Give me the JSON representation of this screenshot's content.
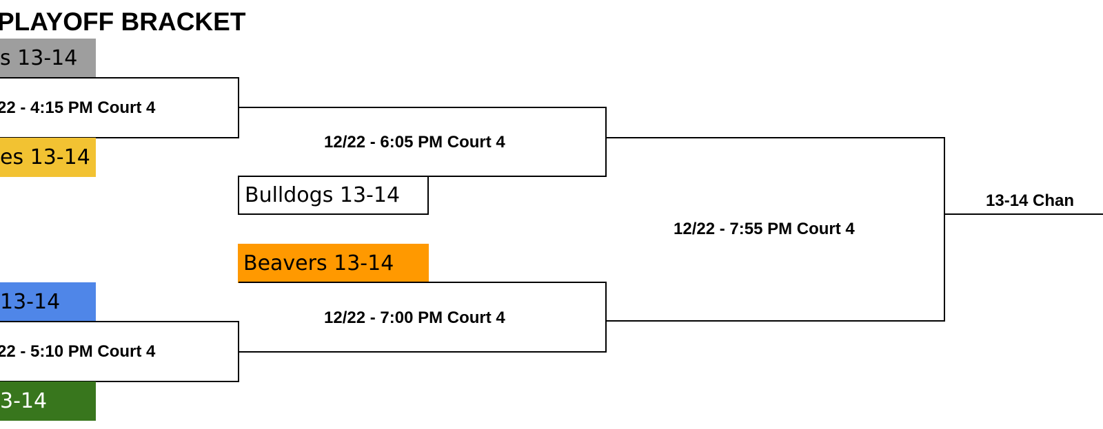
{
  "title": "PLAYOFF BRACKET",
  "round1": {
    "team_a": {
      "name": "s 13-14",
      "color": "#9e9e9e",
      "text_color": "#000000"
    },
    "game1": "22 - 4:15 PM Court 4",
    "team_b": {
      "name": "es 13-14",
      "color": "#f2c232",
      "text_color": "#000000"
    },
    "team_c": {
      "name": "13-14",
      "color": "#4f86e8",
      "text_color": "#000000"
    },
    "game2": "22 - 5:10 PM Court 4",
    "team_d": {
      "name": "3-14",
      "color": "#38761d",
      "text_color": "#ffffff"
    }
  },
  "round2": {
    "game1": "12/22 - 6:05 PM Court 4",
    "team_bulldogs": {
      "name": "Bulldogs 13-14",
      "color": "#ffffff"
    },
    "team_beavers": {
      "name": "Beavers 13-14",
      "color": "#ff9900"
    },
    "game2": "12/22 - 7:00 PM Court 4"
  },
  "final": {
    "game": "12/22 - 7:55 PM Court 4",
    "champion_label": "13-14 Chan"
  }
}
